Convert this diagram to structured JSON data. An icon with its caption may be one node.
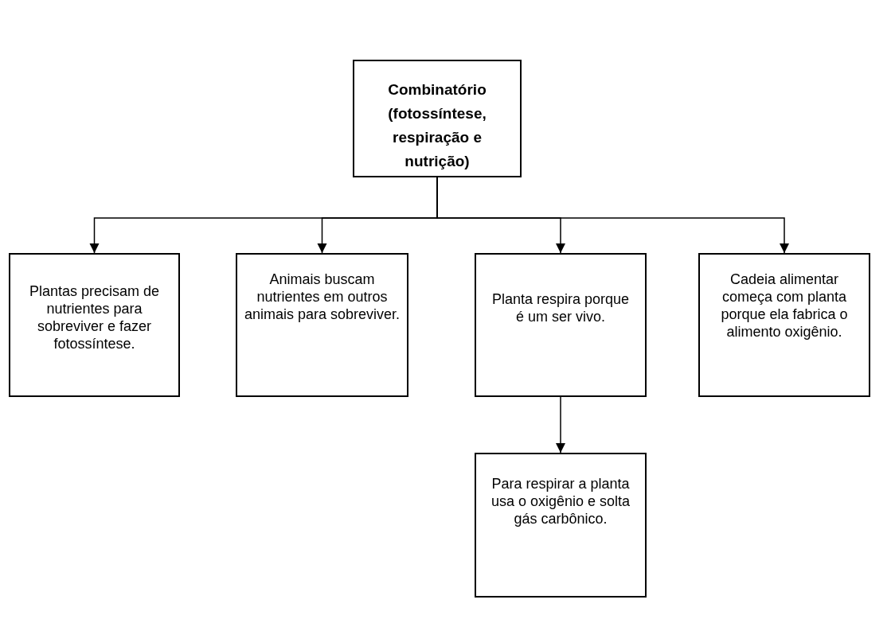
{
  "diagram": {
    "nodes": [
      {
        "text": [
          "Combinatório (fotossíntese, respiração e nutrição)"
        ]
      },
      {
        "text": [
          "Plantas precisam de nutrientes para sobreviver e fazer fotossíntese."
        ]
      },
      {
        "text": [
          "Animais buscam nutrientes em outros animais para sobreviver."
        ]
      },
      {
        "text": [
          "Planta respira porque é um ser vivo."
        ]
      },
      {
        "text": [
          "Cadeia alimentar começa com planta porque ela fabrica o alimento oxigênio."
        ]
      },
      {
        "text": [
          "Para respirar a planta usa o oxigênio e solta gás carbônico."
        ]
      }
    ],
    "edges": [
      {
        "from": 0,
        "to": 1,
        "arrow": "to"
      },
      {
        "from": 0,
        "to": 2,
        "arrow": "to"
      },
      {
        "from": 0,
        "to": 3,
        "arrow": "to"
      },
      {
        "from": 0,
        "to": 4,
        "arrow": "to"
      },
      {
        "from": 3,
        "to": 5,
        "arrow": "to"
      }
    ]
  }
}
